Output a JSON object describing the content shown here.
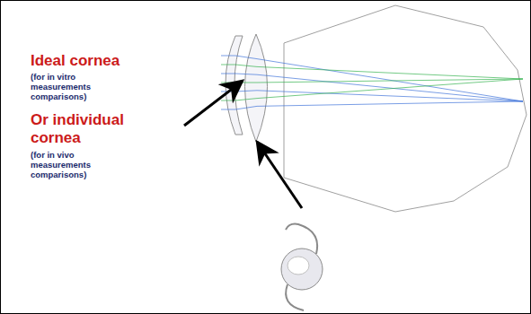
{
  "diagram": {
    "labels": [
      "Ideal cornea",
      "(for in vitro measurements comparisons)",
      "Or individual cornea",
      "(for in vivo measurements comparisons)"
    ]
  }
}
